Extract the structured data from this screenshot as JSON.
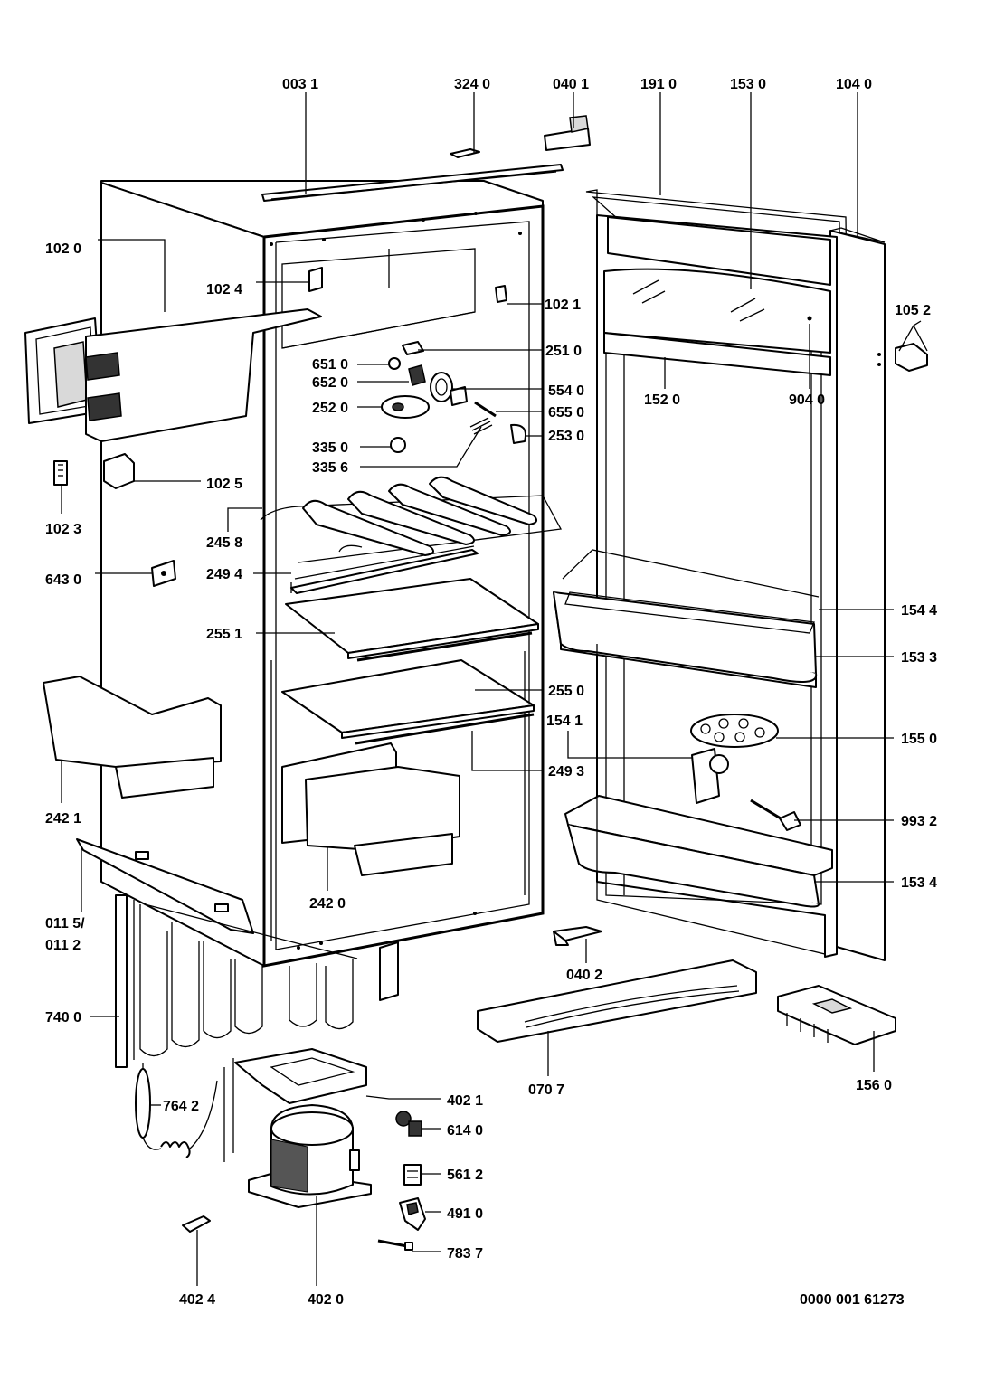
{
  "labels": {
    "p0031": "003 1",
    "p3240": "324 0",
    "p0401": "040 1",
    "p1910": "191 0",
    "p1530": "153 0",
    "p1040": "104 0",
    "p1020": "102 0",
    "p1024": "102 4",
    "p1021": "102 1",
    "p1052": "105 2",
    "p2510": "251 0",
    "p6510": "651 0",
    "p6520": "652 0",
    "p5540": "554 0",
    "p2520": "252 0",
    "p6550": "655 0",
    "p1520": "152 0",
    "p9040": "904 0",
    "p2530": "253 0",
    "p3350": "335 0",
    "p3356": "335 6",
    "p1025": "102 5",
    "p1023": "102 3",
    "p2458": "245 8",
    "p6430": "643 0",
    "p2494": "249 4",
    "p1544": "154 4",
    "p2551": "255 1",
    "p1533": "153 3",
    "p2550": "255 0",
    "p1541": "154 1",
    "p1550": "155 0",
    "p2493": "249 3",
    "p2421": "242 1",
    "p9932": "993 2",
    "p2420": "242 0",
    "p1534": "153 4",
    "p0115": "011 5/",
    "p0112": "011 2",
    "p0402": "040 2",
    "p7400": "740 0",
    "p1560": "156 0",
    "p0707": "070 7",
    "p7642": "764 2",
    "p4021": "402 1",
    "p6140": "614 0",
    "p5612": "561 2",
    "p4910": "491 0",
    "p7837": "783 7",
    "p4024": "402 4",
    "p4020": "402 0",
    "doc_number": "0000 001 61273"
  }
}
